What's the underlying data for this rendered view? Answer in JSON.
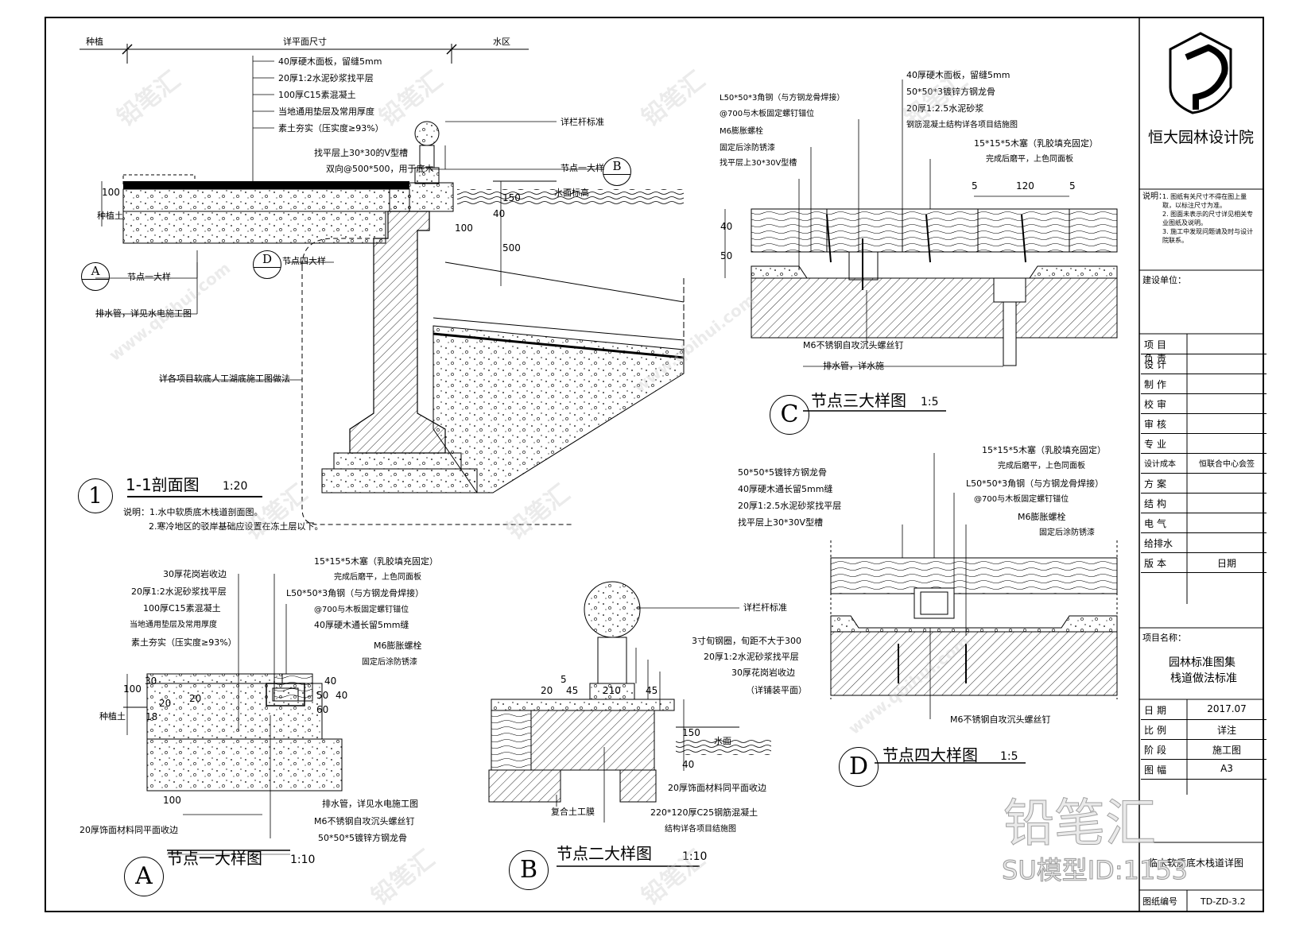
{
  "title_block": {
    "company": "恒大园林设计院",
    "notes_label": "说明：",
    "notes": [
      "1. 图纸有关尺寸不得在图上量取，以标注尺寸为准。",
      "2. 图面未表示的尺寸详见相关专业图纸及说明。",
      "3. 施工中发现问题请及时与设计院联系。"
    ],
    "client_label": "建设单位：",
    "rows": [
      {
        "k": "项目负责",
        "v": ""
      },
      {
        "k": "设计",
        "v": ""
      },
      {
        "k": "制作",
        "v": ""
      },
      {
        "k": "校审",
        "v": ""
      },
      {
        "k": "审核",
        "v": ""
      },
      {
        "k": "专业",
        "v": ""
      },
      {
        "k": "设计成本",
        "v": "恒联合中心会签"
      },
      {
        "k": "方案",
        "v": ""
      },
      {
        "k": "结构",
        "v": ""
      },
      {
        "k": "电气",
        "v": ""
      },
      {
        "k": "给排水",
        "v": ""
      },
      {
        "k": "版本",
        "v": "日期"
      }
    ],
    "project_label": "项目名称：",
    "project_name_1": "园林标准图集",
    "project_name_2": "栈道做法标准",
    "info_rows": [
      {
        "k": "日期",
        "v": "2017.07"
      },
      {
        "k": "比例",
        "v": "详注"
      },
      {
        "k": "阶段",
        "v": "施工图"
      },
      {
        "k": "图幅",
        "v": "A3"
      }
    ],
    "drawing_name": "临水软质底木栈道详图",
    "drawing_no_label": "图纸编号",
    "drawing_no": "TD-ZD-3.2"
  },
  "watermark": {
    "brand": "铅笔汇",
    "id_text": "SU模型ID:1153",
    "url": "www.qbihui.com"
  },
  "section_1": {
    "number": "1",
    "title": "1-1剖面图",
    "scale": "1:20",
    "note_1": "说明：1.水中软质底木栈道剖面图。",
    "note_2": "2.寒冷地区的驳岸基础应设置在冻土层以下。",
    "top_labels": [
      "种植",
      "详平面尺寸",
      "水区"
    ],
    "layers": [
      "40厚硬木面板，留缝5mm",
      "20厚1:2水泥砂浆找平层",
      "100厚C15素混凝土",
      "当地通用垫层及常用厚度",
      "素土夯实（压实度≥93%）"
    ],
    "callouts": [
      "详栏杆标准",
      "找平层上30*30的V型槽",
      "双向@500*500，用于底木",
      "节点一大样",
      "水面标高",
      "节点四大样",
      "排水管，详见水电施工图",
      "详各项目软底人工湖底施工图做法"
    ],
    "dims": [
      "100",
      "150",
      "40",
      "100",
      "500"
    ],
    "plant_label": "种植土"
  },
  "detail_c": {
    "letter": "C",
    "title": "节点三大样图",
    "scale": "1:5",
    "labels_left": [
      "L50*50*3角钢（与方钢龙骨焊接）",
      "@700与木板固定螺钉锚位",
      "M6膨胀螺栓",
      "固定后涂防锈漆",
      "找平层上30*30V型槽"
    ],
    "labels_right": [
      "40厚硬木面板，留缝5mm",
      "50*50*3镀锌方钢龙骨",
      "20厚1:2.5水泥砂浆",
      "钢筋混凝土结构详各项目结施图",
      "15*15*5木塞（乳胶填充固定）",
      "完成后磨平，上色同面板"
    ],
    "bottom_labels": [
      "M6不锈钢自攻沉头螺丝钉",
      "排水管，详水施"
    ],
    "dims": [
      "5",
      "120",
      "5",
      "40",
      "50"
    ]
  },
  "detail_d": {
    "letter": "D",
    "title": "节点四大样图",
    "scale": "1:5",
    "labels_top": [
      "15*15*5木塞（乳胶填充固定）",
      "完成后磨平，上色同面板"
    ],
    "labels_left": [
      "50*50*5镀锌方钢龙骨",
      "40厚硬木通长留5mm缝",
      "20厚1:2.5水泥砂浆找平层",
      "找平层上30*30V型槽"
    ],
    "labels_right": [
      "L50*50*3角钢（与方钢龙骨焊接）",
      "@700与木板固定螺钉锚位",
      "M6膨胀螺栓",
      "固定后涂防锈漆"
    ],
    "bottom_label": "M6不锈钢自攻沉头螺丝钉"
  },
  "detail_a": {
    "letter": "A",
    "title": "节点一大样图",
    "scale": "1:10",
    "labels_left": [
      "30厚花岗岩收边",
      "20厚1:2水泥砂浆找平层",
      "100厚C15素混凝土",
      "当地通用垫层及常用厚度",
      "素土夯实（压实度≥93%）"
    ],
    "labels_right": [
      "15*15*5木塞（乳胶填充固定）",
      "完成后磨平，上色同面板",
      "L50*50*3角钢（与方钢龙骨焊接）",
      "@700与木板固定螺钉锚位",
      "40厚硬木通长留5mm缝",
      "M6膨胀螺栓",
      "固定后涂防锈漆"
    ],
    "bottom_labels": [
      "排水管，详见水电施工图",
      "M6不锈钢自攻沉头螺丝钉",
      "50*50*5镀锌方钢龙骨",
      "20厚饰面材料同平面收边"
    ],
    "plant_label": "种植土",
    "dims": [
      "100",
      "30",
      "20",
      "20",
      "18",
      "40",
      "50",
      "60",
      "40",
      "100"
    ]
  },
  "detail_b": {
    "letter": "B",
    "title": "节点二大样图",
    "scale": "1:10",
    "labels_top": [
      "详栏杆标准",
      "3寸旬钢圈，旬距不大于300",
      "20厚1:2水泥砂浆找平层",
      "30厚花岗岩收边",
      "（详铺装平面）"
    ],
    "labels_bottom": [
      "20厚饰面材料同平面收边",
      "复合土工膜",
      "220*120厚C25钢筋混凝土",
      "结构详各项目结施图"
    ],
    "water_label": "水面",
    "dims": [
      "5",
      "20",
      "45",
      "210",
      "45",
      "150",
      "40"
    ]
  }
}
